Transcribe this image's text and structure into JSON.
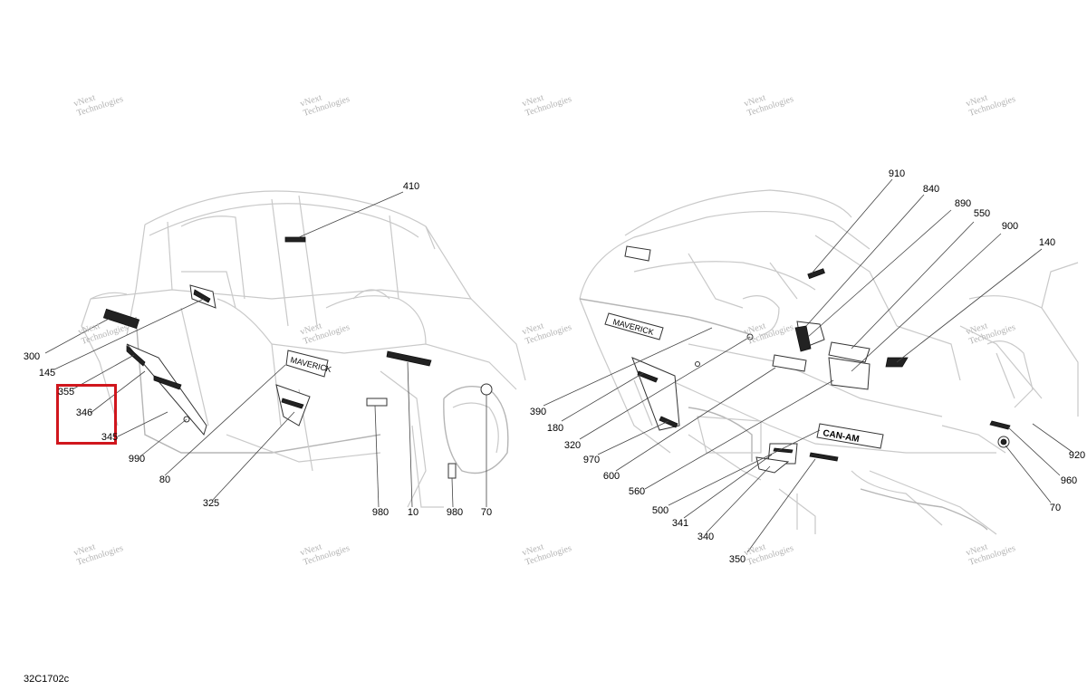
{
  "figure_code": "32C1702c",
  "watermark": {
    "line1": "vNext",
    "line2": "Technologies",
    "full": "vNext Technologies"
  },
  "callouts_left": [
    "410",
    "300",
    "145",
    "355",
    "346",
    "345",
    "990",
    "80",
    "325",
    "980",
    "10",
    "980",
    "70"
  ],
  "callouts_right": [
    "910",
    "840",
    "890",
    "550",
    "900",
    "140",
    "390",
    "180",
    "320",
    "970",
    "600",
    "560",
    "500",
    "341",
    "340",
    "350",
    "70",
    "920",
    "960"
  ],
  "colors": {
    "highlight": "#d0161d",
    "sketch": "#c9c9c9",
    "leader": "#444444"
  }
}
